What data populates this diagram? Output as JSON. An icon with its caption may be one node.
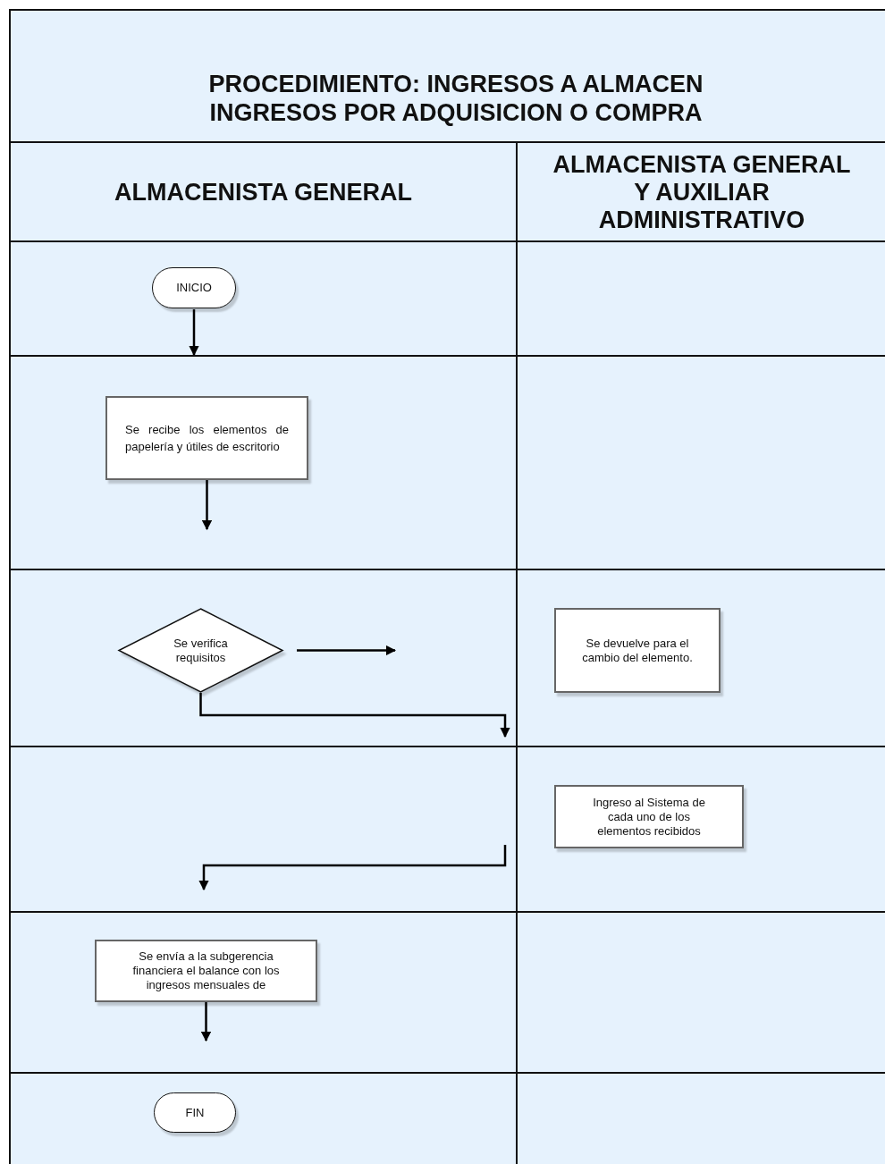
{
  "diagram": {
    "title": "PROCEDIMIENTO: INGRESOS A ALMACEN INGRESOS POR ADQUISICION O COMPRA",
    "nodes": [
      {
        "text": [
          "ALMACENISTA GENERAL"
        ]
      },
      {
        "text": [
          "ALMACENISTA GENERAL Y AUXILIAR ADMINISTRATIVO"
        ]
      },
      {
        "text": [
          "INICIO"
        ],
        "in": 0
      },
      {
        "text": [
          "Se recibe los elementos de papelería y útiles de escritorio"
        ],
        "in": 0
      },
      {
        "text": [
          "Se verifica requisitos"
        ],
        "in": 0
      },
      {
        "text": [
          "Se devuelve para el cambio del elemento."
        ],
        "in": 1
      },
      {
        "text": [
          "Ingreso al Sistema de cada uno de los elementos recibidos"
        ],
        "in": 1
      },
      {
        "text": [
          "Se envía a la subgerencia financiera el balance con los ingresos mensuales de"
        ],
        "in": 0
      },
      {
        "text": [
          "FIN"
        ],
        "in": 0
      }
    ],
    "edges": [
      {
        "from": 2,
        "to": null,
        "arrow": "to"
      },
      {
        "from": 3,
        "to": null,
        "arrow": "to"
      },
      {
        "from": 4,
        "to": null,
        "arrow": "to"
      },
      {
        "from": 4,
        "to": 1,
        "arrow": "to"
      },
      {
        "from": 1,
        "to": null,
        "arrow": "to"
      },
      {
        "from": 7,
        "to": null,
        "arrow": "to"
      }
    ]
  }
}
